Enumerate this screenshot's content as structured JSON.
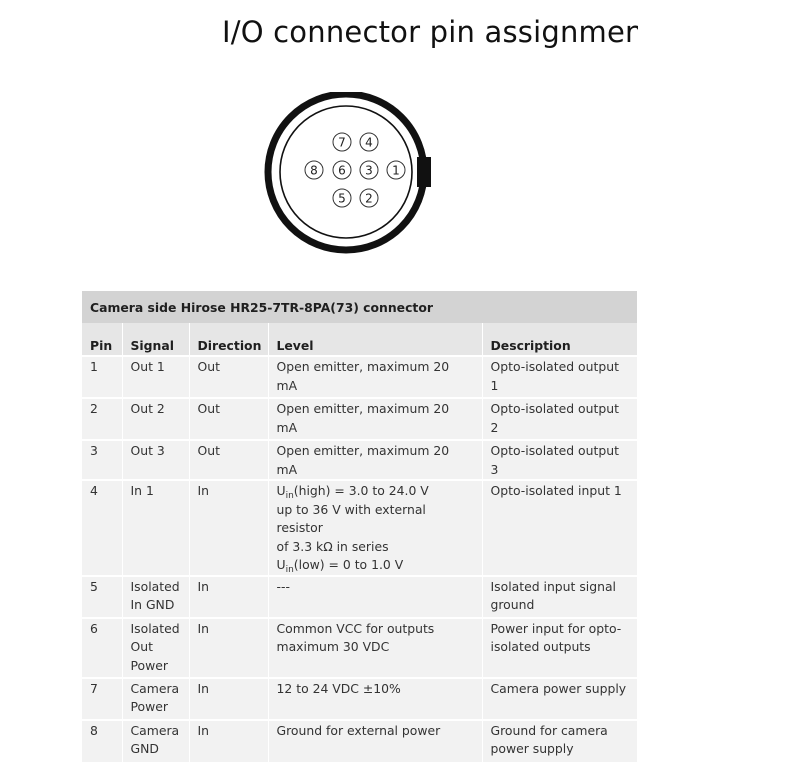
{
  "title": "I/O connector pin assignmen",
  "connector_pins": {
    "p1": "1",
    "p2": "2",
    "p3": "3",
    "p4": "4",
    "p5": "5",
    "p6": "6",
    "p7": "7",
    "p8": "8"
  },
  "table": {
    "caption": "Camera side Hirose HR25-7TR-8PA(73) connector",
    "headers": {
      "pin": "Pin",
      "signal": "Signal",
      "direction": "Direction",
      "level": "Level",
      "description": "Description"
    },
    "rows": [
      {
        "pin": "1",
        "signal": "Out 1",
        "direction": "Out",
        "level": "Open emitter, maximum 20 mA",
        "description": "Opto-isolated output 1"
      },
      {
        "pin": "2",
        "signal": "Out 2",
        "direction": "Out",
        "level": "Open emitter, maximum 20 mA",
        "description": "Opto-isolated output 2"
      },
      {
        "pin": "3",
        "signal": "Out 3",
        "direction": "Out",
        "level": "Open emitter, maximum 20 mA",
        "description": "Opto-isolated output 3"
      },
      {
        "pin": "4",
        "signal": "In 1",
        "direction": "In",
        "level_lines": {
          "l1_prefix": "U",
          "l1_sub": "in",
          "l1_rest": "(high) = 3.0 to 24.0 V",
          "l2": "up to 36 V with external resistor",
          "l3": "of 3.3 kΩ in series",
          "l4_prefix": "U",
          "l4_sub": "in",
          "l4_rest": "(low) = 0 to 1.0 V"
        },
        "description": "Opto-isolated input 1"
      },
      {
        "pin": "5",
        "signal": "Isolated In GND",
        "direction": "In",
        "level": "---",
        "description": "Isolated input signal ground"
      },
      {
        "pin": "6",
        "signal": "Isolated Out Power",
        "direction": "In",
        "level": "Common VCC for outputs maximum 30 VDC",
        "description": "Power input for opto-isolated outputs"
      },
      {
        "pin": "7",
        "signal": "Camera Power",
        "direction": "In",
        "level": "12 to 24 VDC ±10%",
        "description": "Camera power supply"
      },
      {
        "pin": "8",
        "signal": "Camera GND",
        "direction": "In",
        "level": "Ground for external power",
        "description": "Ground for camera power supply"
      }
    ]
  }
}
